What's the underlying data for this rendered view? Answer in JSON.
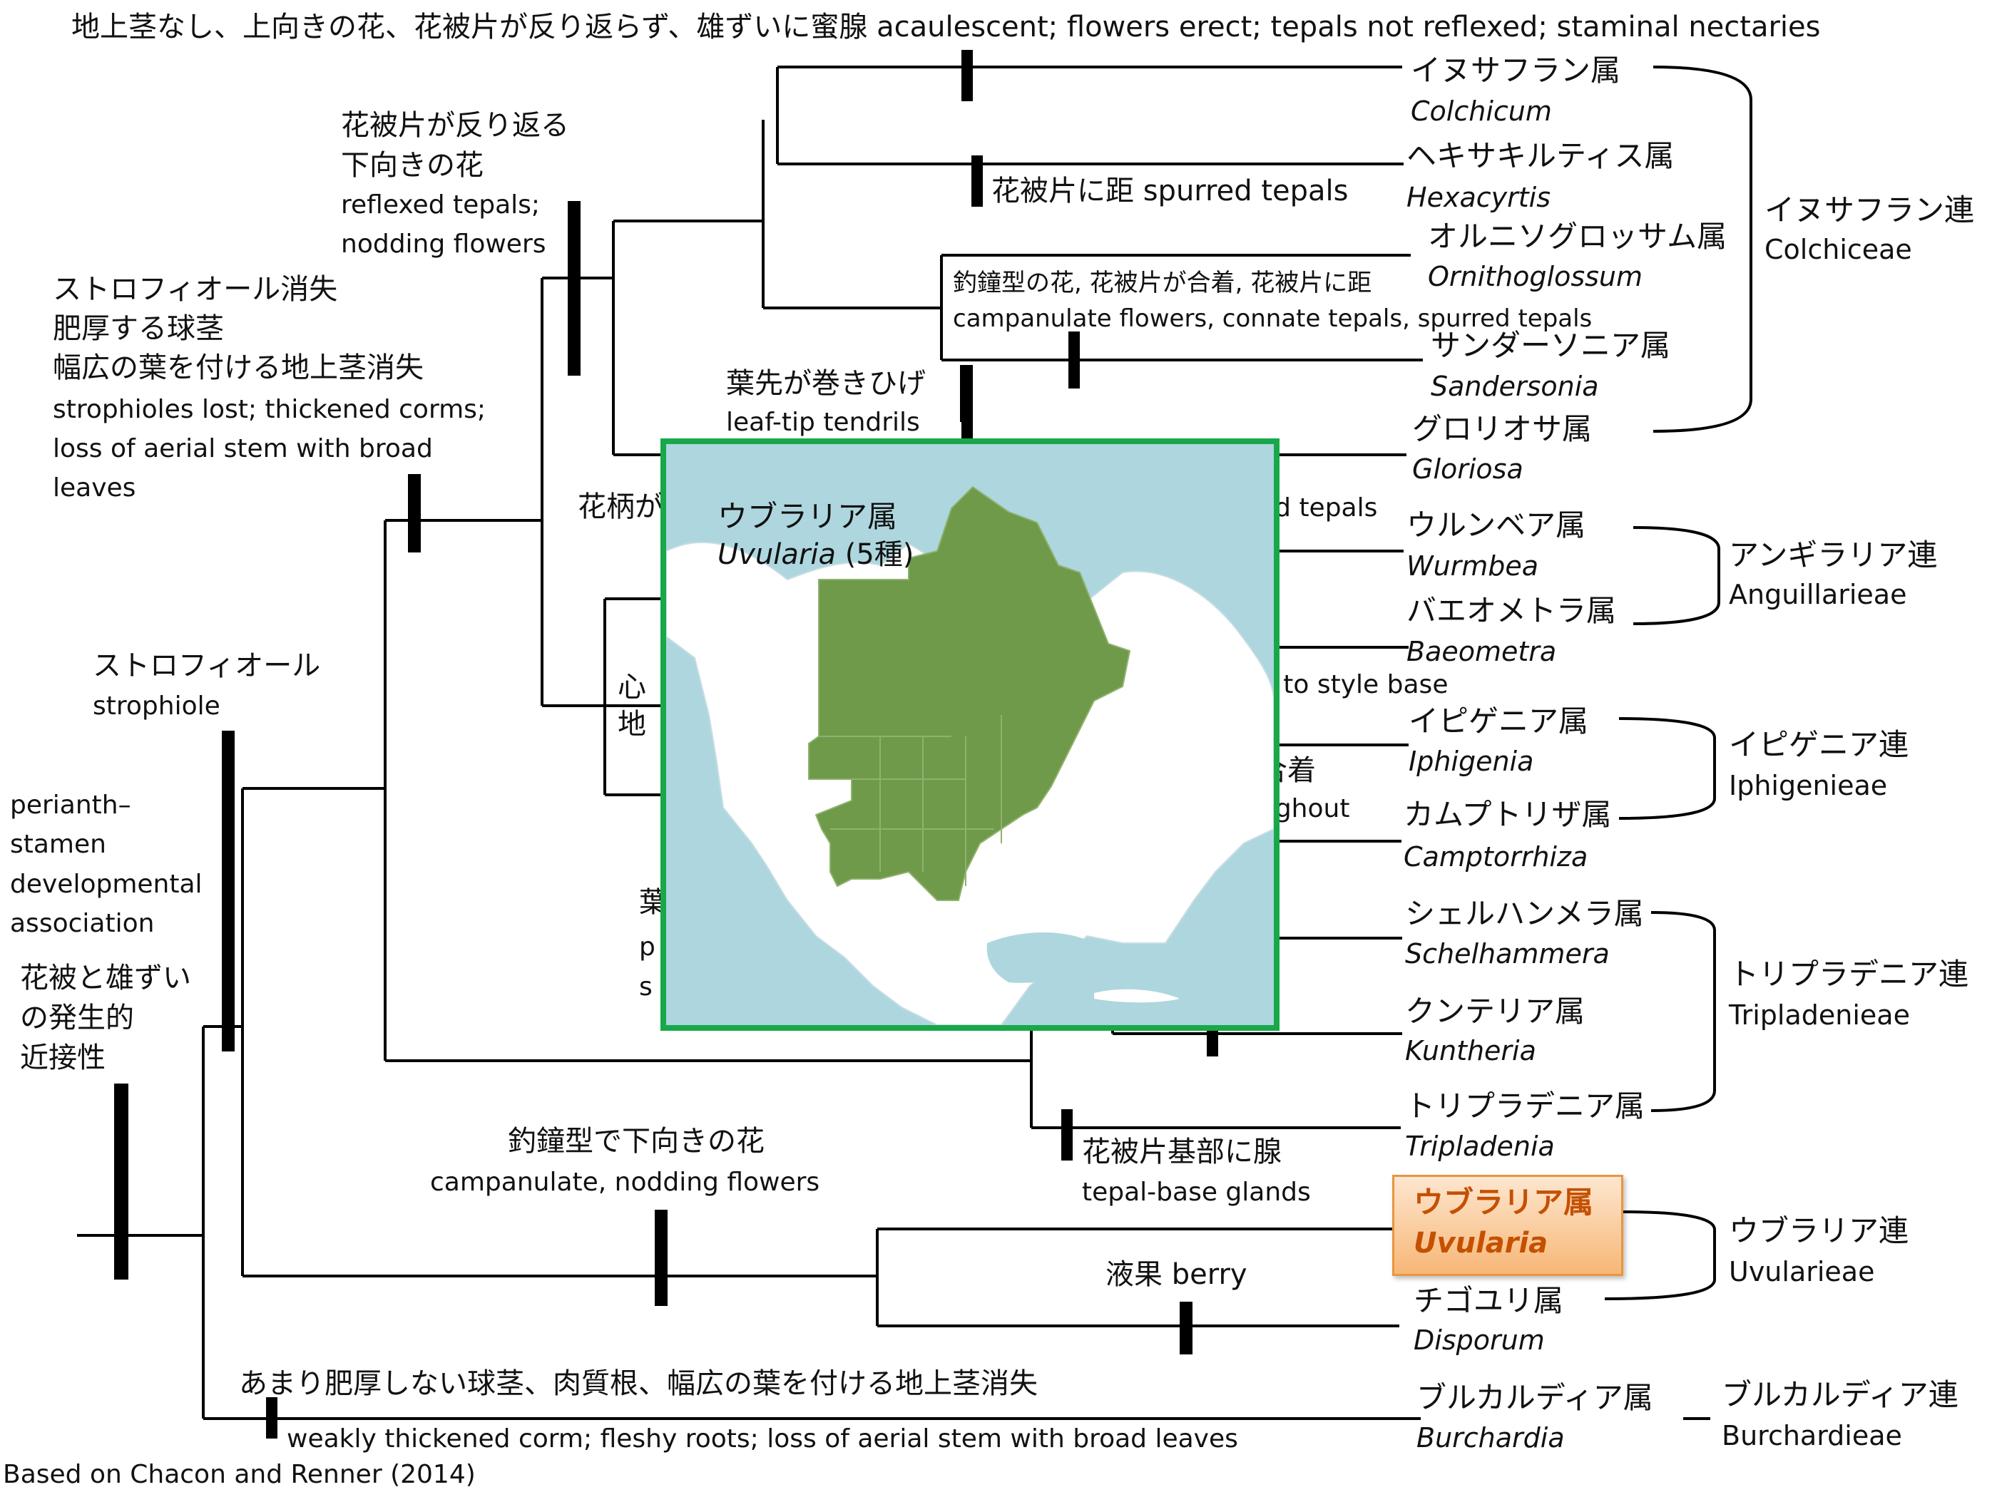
{
  "tree": {
    "top_label": "地上茎なし、上向きの花、花被片が反り返らず、雄ずいに蜜腺 acaulescent; flowers erect; tepals not reflexed; staminal nectaries",
    "reflexed_jp_1": "花被片が反り返る",
    "reflexed_jp_2": "下向きの花",
    "reflexed_en_1": "reflexed tepals;",
    "reflexed_en_2": "nodding flowers",
    "strophioles_jp_1": "ストロフィオール消失",
    "strophioles_jp_2": "肥厚する球茎",
    "strophioles_jp_3": "幅広の葉を付ける地上茎消失",
    "strophioles_en_1": "strophioles lost; thickened corms;",
    "strophioles_en_2": "loss of aerial stem with broad",
    "strophioles_en_3": "leaves",
    "spurred_tepals": "花被片に距 spurred tepals",
    "campanulate_jp": "釣鐘型の花, 花被片が合着, 花被片に距",
    "campanulate_en": "campanulate flowers, connate tepals, spurred tepals",
    "tendrils_jp": "葉先が巻きひげ",
    "tendrils_en": "leaf-tip tendrils",
    "strophiole_jp": "ストロフィオール",
    "strophiole_en": "strophiole",
    "perianth_en_1": "perianth–",
    "perianth_en_2": "stamen",
    "perianth_en_3": "developmental",
    "perianth_en_4": "association",
    "perianth_jp_1": "花被と雄ずい",
    "perianth_jp_2": "の発生的",
    "perianth_jp_3": "近接性",
    "pedicel_partial": "花柄が",
    "heart_partial": "心",
    "ground_partial": "地",
    "partial_ed_tepals": "ed tepals",
    "partial_style_base": "d to style base",
    "partial_connate_jp": "合着",
    "partial_throughout": "ughout",
    "partial_leaf": "葉",
    "partial_p": "p",
    "partial_s": "s",
    "tepal_base_jp": "花被片基部に腺",
    "tepal_base_en": "tepal-base glands",
    "campanulate_nodding_jp": "釣鐘型で下向きの花",
    "campanulate_nodding_en": "campanulate, nodding flowers",
    "berry": "液果 berry",
    "weak_jp": "あまり肥厚しない球茎、肉質根、幅広の葉を付ける地上茎消失",
    "weak_en": "weakly thickened corm; fleshy roots; loss of aerial stem with broad leaves",
    "source": "Based on Chacon and Renner (2014)"
  },
  "genera": [
    {
      "jp": "イヌサフラン属",
      "en": "Colchicum"
    },
    {
      "jp": "ヘキサキルティス属",
      "en": "Hexacyrtis"
    },
    {
      "jp": "オルニソグロッサム属",
      "en": "Ornithoglossum"
    },
    {
      "jp": "サンダーソニア属",
      "en": "Sandersonia"
    },
    {
      "jp": "グロリオサ属",
      "en": "Gloriosa"
    },
    {
      "jp": "ウルンベア属",
      "en": "Wurmbea"
    },
    {
      "jp": "バエオメトラ属",
      "en": "Baeometra"
    },
    {
      "jp": "イピゲニア属",
      "en": "Iphigenia"
    },
    {
      "jp": "カムプトリザ属",
      "en": "Camptorrhiza"
    },
    {
      "jp": "シェルハンメラ属",
      "en": "Schelhammera"
    },
    {
      "jp": "クンテリア属",
      "en": "Kuntheria"
    },
    {
      "jp": "トリプラデニア属",
      "en": "Tripladenia"
    },
    {
      "jp": "ウブラリア属",
      "en": "Uvularia"
    },
    {
      "jp": "チゴユリ属",
      "en": "Disporum"
    },
    {
      "jp": "ブルカルディア属",
      "en": "Burchardia"
    }
  ],
  "tribes": [
    {
      "jp": "イヌサフラン連",
      "en": "Colchiceae"
    },
    {
      "jp": "アンギラリア連",
      "en": "Anguillarieae"
    },
    {
      "jp": "イピゲニア連",
      "en": "Iphigenieae"
    },
    {
      "jp": "トリプラデニア連",
      "en": "Tripladenieae"
    },
    {
      "jp": "ウブラリア連",
      "en": "Uvularieae"
    },
    {
      "jp": "ブルカルディア連",
      "en": "Burchardieae"
    }
  ],
  "map": {
    "title_jp": "ウブラリア属",
    "title_en_genus": "Uvularia",
    "title_en_count": " (5種)",
    "border_color": "#18a84a",
    "ocean_color": "#aed6df",
    "range_color": "#6f9a4a"
  }
}
